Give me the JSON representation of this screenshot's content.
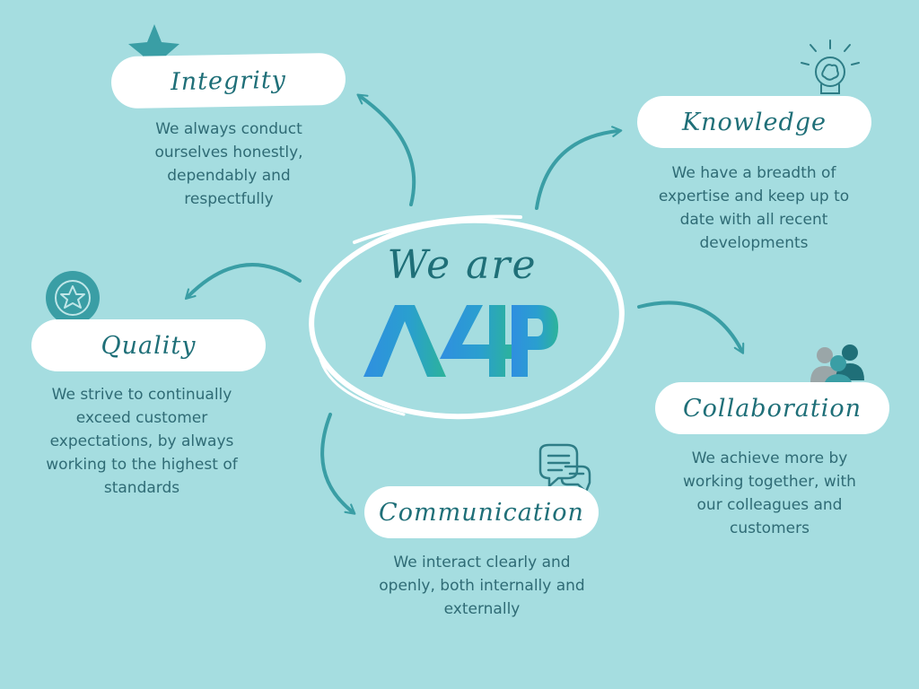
{
  "center": {
    "heading": "We are",
    "logo_text": "A4P"
  },
  "values": [
    {
      "id": "integrity",
      "title": "Integrity",
      "description": "We always conduct ourselves honestly, dependably and respectfully",
      "icon": "star-icon"
    },
    {
      "id": "knowledge",
      "title": "Knowledge",
      "description": "We have a breadth of expertise and keep up to date with all recent developments",
      "icon": "lightbulb-brain-icon"
    },
    {
      "id": "quality",
      "title": "Quality",
      "description": "We strive to continually exceed customer expectations, by always working to the highest of standards",
      "icon": "award-rosette-icon"
    },
    {
      "id": "collaboration",
      "title": "Collaboration",
      "description": "We achieve more by working together, with our colleagues and customers",
      "icon": "people-group-icon"
    },
    {
      "id": "communication",
      "title": "Communication",
      "description": "We interact clearly and openly, both internally and externally",
      "icon": "chat-bubbles-icon"
    }
  ],
  "colors": {
    "background": "#a5dde0",
    "accent": "#3a9ea5",
    "title_text": "#1f6f78",
    "body_text": "#2f6b75",
    "logo_gradient_start": "#2f8fe0",
    "logo_gradient_end": "#2cb39a"
  }
}
